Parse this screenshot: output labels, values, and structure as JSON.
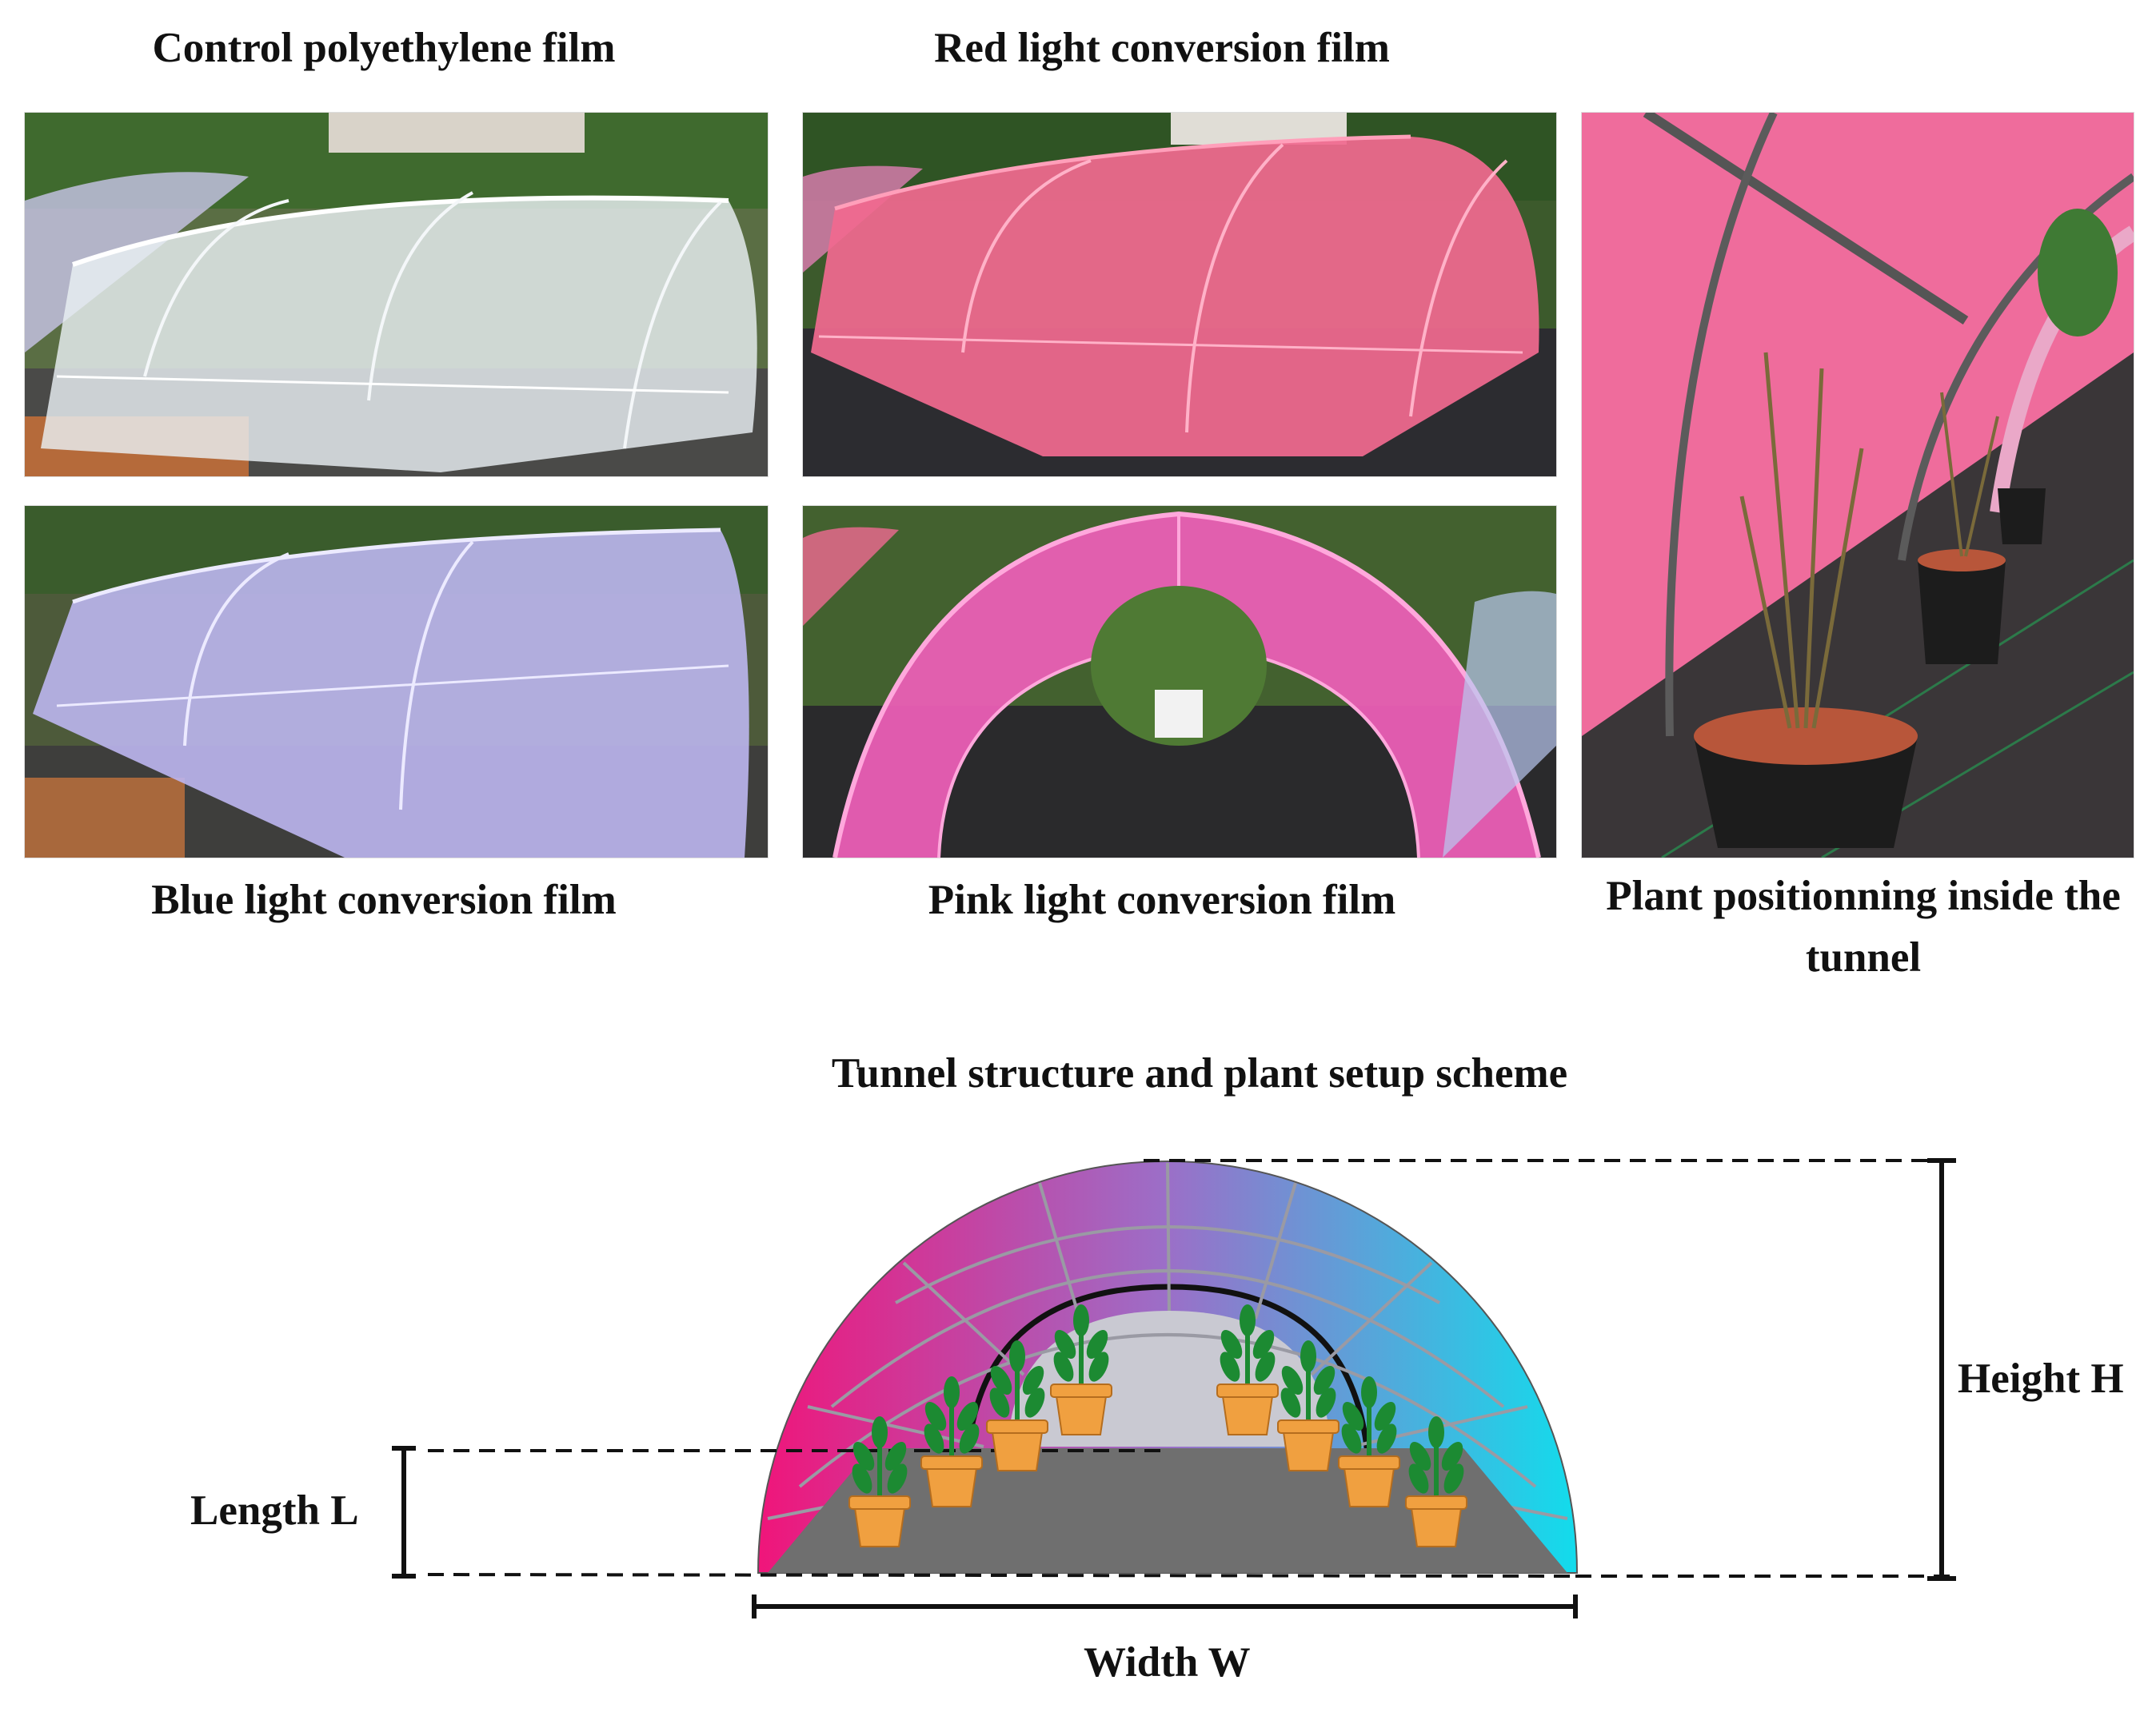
{
  "captions": {
    "control": "Control polyethylene film",
    "red": "Red light conversion film",
    "blue": "Blue light conversion film",
    "pink": "Pink light conversion film",
    "plant": "Plant positionning inside the tunnel",
    "scheme": "Tunnel structure and plant setup scheme"
  },
  "scheme_labels": {
    "length": "Length L",
    "width": "Width W",
    "height": "Height H"
  },
  "colors": {
    "control_film": "#e8eef2",
    "red_film": "#f06a92",
    "blue_film": "#b9b5f0",
    "pink_film": "#ee5fb8",
    "scheme_left": "#f0157a",
    "scheme_mid": "#9b6fc8",
    "scheme_right": "#12dcec",
    "ground": "#6f6f6f",
    "pot": "#f0a040",
    "leaf": "#1c8a32"
  }
}
